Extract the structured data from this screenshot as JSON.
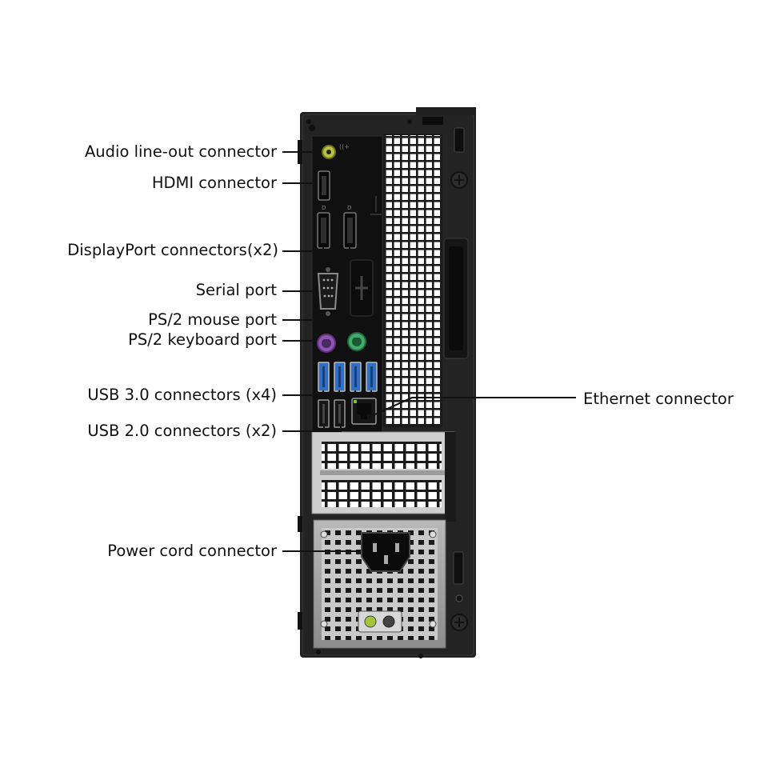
{
  "labels": {
    "audio": "Audio line-out connector",
    "hdmi": "HDMI connector",
    "displayport": "DisplayPort connectors(x2)",
    "serial": "Serial port",
    "ps2_mouse": "PS/2 mouse port",
    "ps2_keyboard": "PS/2 keyboard port",
    "usb3": "USB 3.0 connectors (x4)",
    "usb2": "USB 2.0 connectors (x2)",
    "power": "Power cord connector",
    "ethernet": "Ethernet connector"
  },
  "colors": {
    "chassis": "#1e1e1e",
    "io_panel": "#111111",
    "grille": "#f4f4f4",
    "usb3_blue": "#2f6fc4",
    "ps2_mouse_green": "#3fae6a",
    "ps2_keyboard_purple": "#8f55b3",
    "audio_lime": "#b8c23a",
    "psu_grey": "#9a9a9a"
  }
}
